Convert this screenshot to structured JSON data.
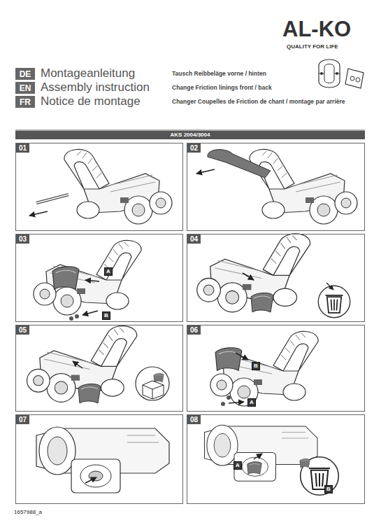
{
  "diagram": {
    "nodes": [
      {
        "text": [
          "DE"
        ]
      },
      {
        "text": [
          "EN"
        ]
      },
      {
        "text": [
          "FR"
        ]
      },
      {
        "text": [
          "AKS 2004/3004"
        ]
      },
      {
        "text": [
          "01"
        ]
      },
      {
        "text": [
          "02"
        ]
      },
      {
        "text": [
          "03"
        ]
      },
      {
        "text": [
          "A"
        ],
        "in": 6
      },
      {
        "text": [
          "B"
        ],
        "in": 6
      },
      {
        "text": [
          "04"
        ]
      },
      {
        "text": [
          "05"
        ]
      },
      {
        "text": [
          "06"
        ]
      },
      {
        "text": [
          "B"
        ],
        "in": 11
      },
      {
        "text": [
          "A"
        ],
        "in": 11
      },
      {
        "text": [
          "07"
        ]
      },
      {
        "text": [
          "08"
        ]
      },
      {
        "text": [
          "A"
        ],
        "in": 15
      },
      {
        "text": [
          "B"
        ],
        "in": 15
      }
    ],
    "labels": [
      "AL-KO",
      "QUALITY FOR LIFE",
      "Montageanleitung",
      "Assembly instruction",
      "Notice de montage",
      "Tausch Reibbeläge vorne / hinten",
      "Change Friction linings front / back",
      "Changer Coupelles de Friction de chant / montage par arrière",
      "1657988_a"
    ]
  }
}
